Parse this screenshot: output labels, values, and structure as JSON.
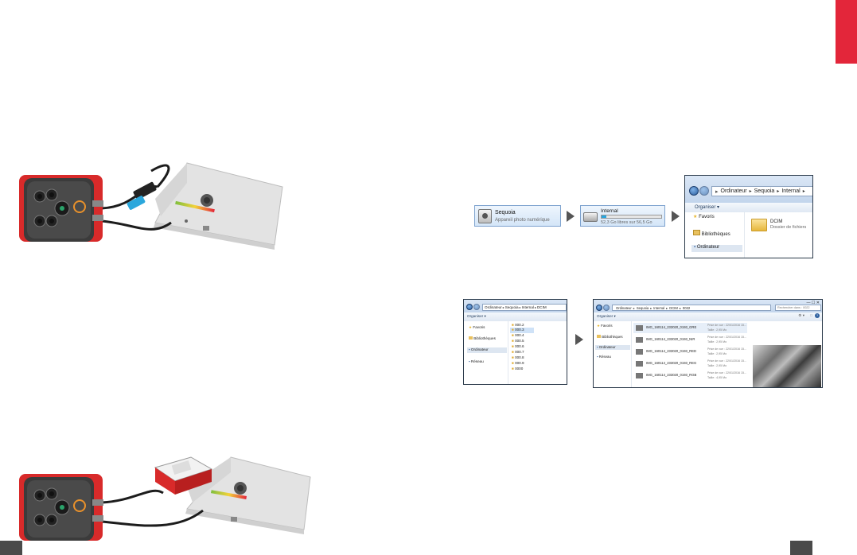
{
  "colors": {
    "accent_red": "#e3263a",
    "footer_gray": "#4a4a4a",
    "explorer_blue": "#2d5f9e"
  },
  "camera_tile": {
    "name": "Sequoia",
    "subtitle": "Appareil photo numérique"
  },
  "storage_tile": {
    "name": "Internal",
    "capacity": "52,3 Go libres sur 56,5 Go"
  },
  "explorer_top": {
    "breadcrumb": [
      "Ordinateur",
      "Sequoia",
      "Internal"
    ],
    "organize_label": "Organiser",
    "nav": {
      "favorites": "Favoris",
      "libraries": "Bibliothèques",
      "computer": "Ordinateur"
    },
    "folder": {
      "name": "DCIM",
      "type": "Dossier de fichiers"
    }
  },
  "explorer_mid": {
    "breadcrumb": [
      "Ordinateur",
      "Sequoia",
      "Internal",
      "DCIM"
    ],
    "organize_label": "Organiser",
    "nav": {
      "favorites": "Favoris",
      "libraries": "Bibliothèques",
      "computer": "Ordinateur",
      "network": "Réseau"
    },
    "folders": [
      "000.2",
      "000.3",
      "000.4",
      "000.5",
      "000.6",
      "000.7",
      "000.8",
      "000.9",
      "0000"
    ]
  },
  "explorer_right": {
    "breadcrumb": [
      "Ordinateur",
      "Sequoia",
      "Internal",
      "DCIM",
      "0022"
    ],
    "organize_label": "Organiser",
    "search_placeholder": "Rechercher dans : 0022",
    "nav": {
      "favorites": "Favoris",
      "libraries": "Bibliothèques",
      "computer": "Ordinateur",
      "network": "Réseau"
    },
    "files": [
      {
        "name": "IMG_160114_233020_0193_GRE",
        "date": "Prise de vue : 22/01/2016 15...",
        "size": "Taille : 2,95 Mo"
      },
      {
        "name": "IMG_160114_233020_0193_NIR",
        "date": "Prise de vue : 22/01/2016 15...",
        "size": "Taille : 2,95 Mo"
      },
      {
        "name": "IMG_160114_233020_0193_RED",
        "date": "Prise de vue : 22/01/2016 15...",
        "size": "Taille : 2,95 Mo"
      },
      {
        "name": "IMG_160114_233020_0193_REG",
        "date": "Prise de vue : 22/01/2016 15...",
        "size": "Taille : 2,95 Mo"
      },
      {
        "name": "IMG_160114_233020_0193_RGB",
        "date": "Prise de vue : 22/01/2016 15...",
        "size": "Taille : 4,95 Mo"
      }
    ]
  }
}
